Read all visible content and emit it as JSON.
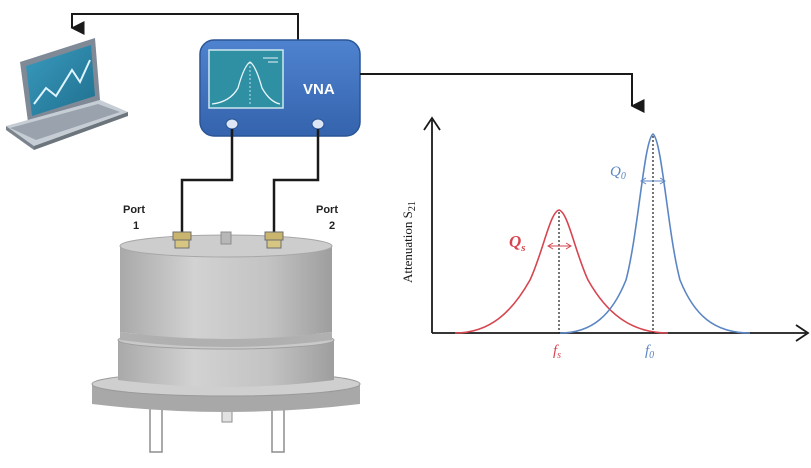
{
  "vna": {
    "label": "VNA",
    "port1_label": "Port",
    "port1_number": "1",
    "port2_label": "Port",
    "port2_number": "2"
  },
  "graph": {
    "ylabel": "Attenuation S",
    "ylabel_subscript": "21",
    "peak_sample": {
      "q_symbol": "Q",
      "q_subscript": "s",
      "f_symbol": "f",
      "f_subscript": "s",
      "color": "#d64550"
    },
    "peak_empty": {
      "q_symbol": "Q",
      "q_subscript": "0",
      "f_symbol": "f",
      "f_subscript": "0",
      "color": "#5b86c4"
    }
  },
  "colors": {
    "vna_body": "#3f72c1",
    "vna_screen": "#2f8fa3",
    "cavity": "#b9b9b9",
    "laptop_screen": "#2d86a6",
    "laptop_body": "#9aa3ad",
    "cable": "#1a1a1a"
  },
  "icons": {
    "laptop": "laptop-icon",
    "vna": "vna-icon",
    "cavity": "cavity-resonator"
  }
}
